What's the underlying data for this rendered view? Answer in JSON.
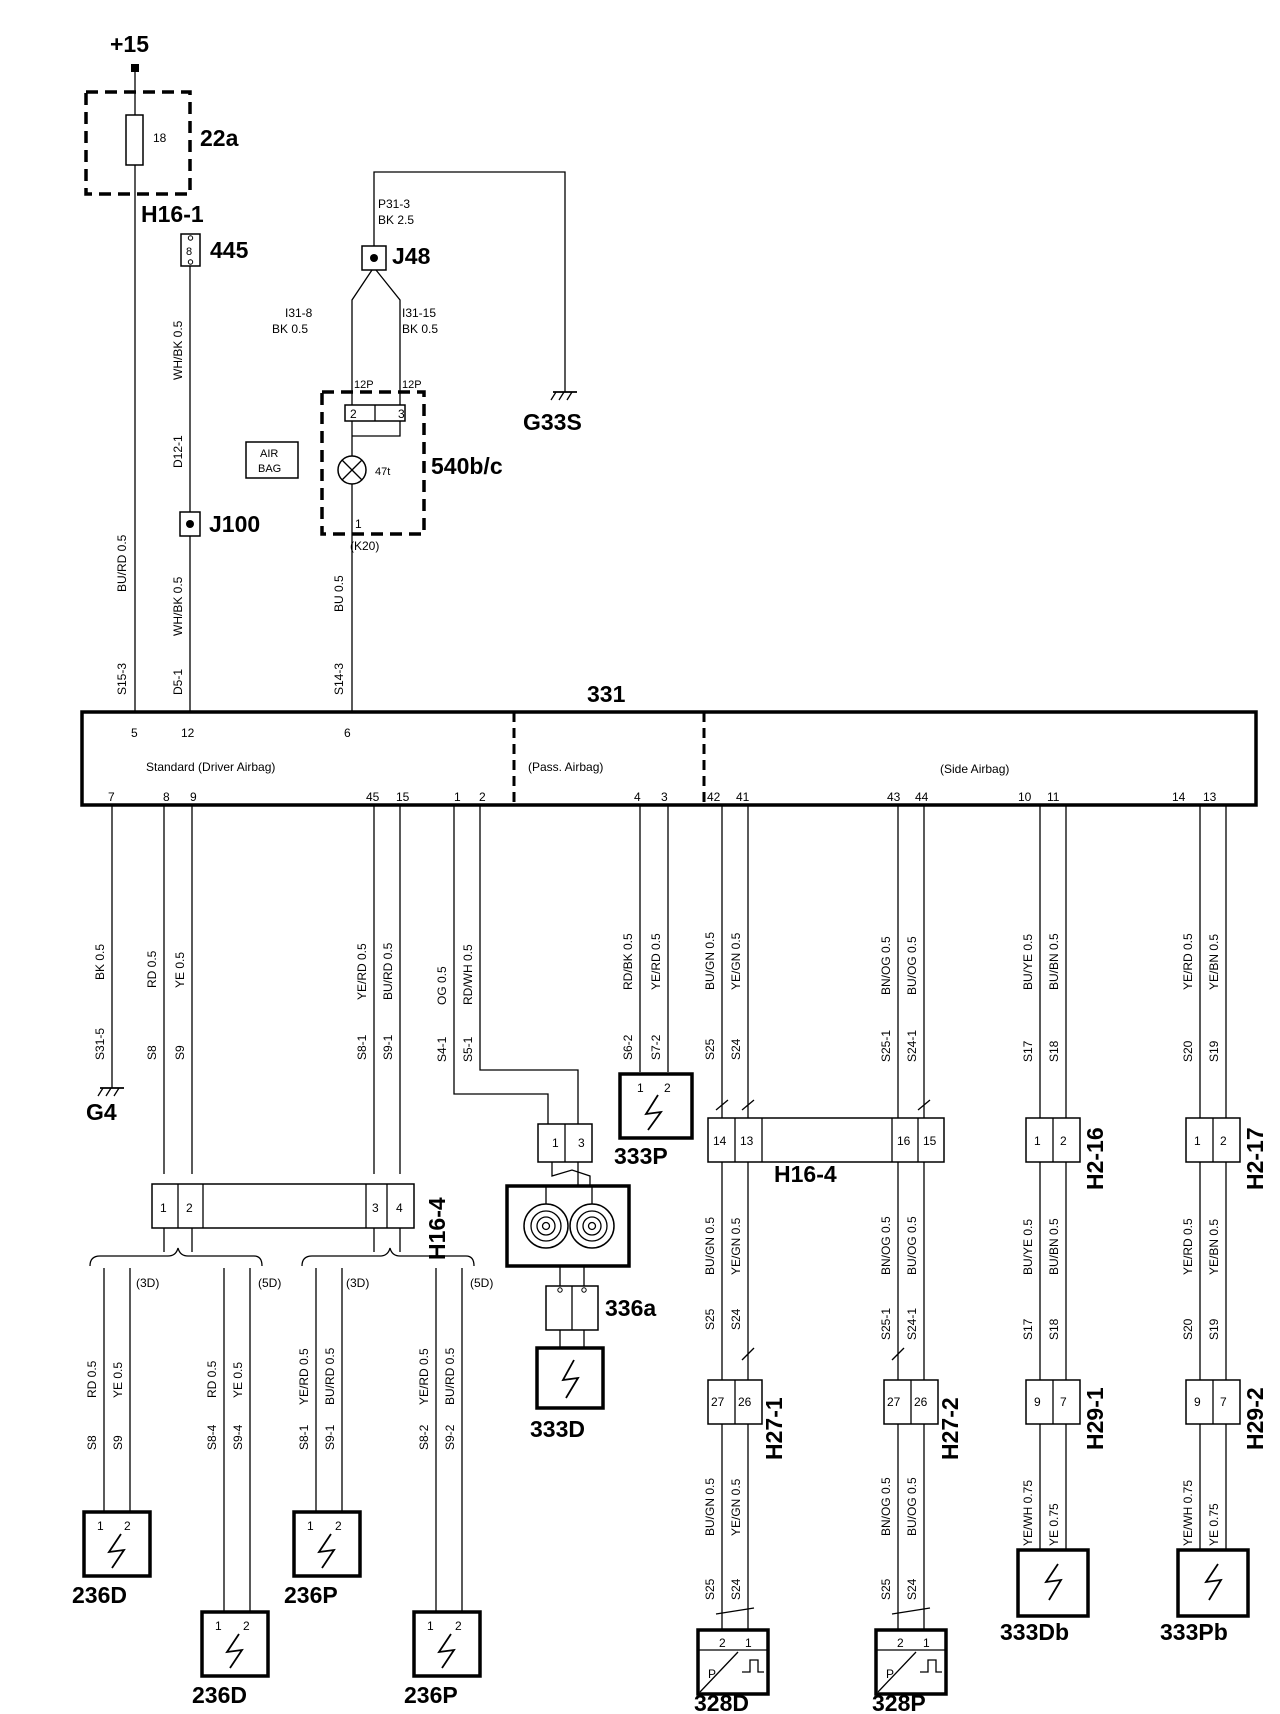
{
  "supply": {
    "label": "+15",
    "fuse_box": "22a",
    "fuse_rating": "18",
    "fuse_output": "H16-1"
  },
  "connectors": {
    "c445": {
      "label": "445",
      "pin": "8"
    },
    "j48": "J48",
    "j100": "J100",
    "g33s": "G33S",
    "g4": "G4"
  },
  "wires_top": {
    "p31_3": "P31-3",
    "p31_3_spec": "BK 2.5",
    "i31_8": "I31-8",
    "i31_8_spec": "BK  0.5",
    "i31_15": "I31-15",
    "i31_15_spec": "BK  0.5",
    "d12_1": "D12-1",
    "wh_bk_upper": "WH/BK 0.5",
    "d5_1": "D5-1",
    "wh_bk_lower": "WH/BK 0.5",
    "s15_3": "S15-3",
    "s15_3_spec": "BU/RD  0.5",
    "s14_3": "S14-3",
    "s14_3_spec": "BU  0.5"
  },
  "lamp": {
    "box_label": "540b/c",
    "pin_12p_a": "12P",
    "pin_12p_b": "12P",
    "pin_2": "2",
    "pin_3": "3",
    "rating": "47t",
    "pin_1": "1",
    "k20": "(K20)",
    "air": "AIR",
    "bag": "BAG"
  },
  "control_unit": {
    "label": "331",
    "section_standard": "Standard (Driver Airbag)",
    "section_pass": "(Pass. Airbag)",
    "section_side": "(Side Airbag)",
    "top_pins": [
      "5",
      "12",
      "6"
    ],
    "bottom_pins_standard": [
      "7",
      "8",
      "9",
      "45",
      "15",
      "1",
      "2"
    ],
    "bottom_pins_pass": [
      "4",
      "3"
    ],
    "bottom_pins_side": [
      "42",
      "41",
      "43",
      "44",
      "10",
      "11",
      "14",
      "13"
    ]
  },
  "wires_mid": {
    "s31_5": "S31-5",
    "s31_5_spec": "BK  0.5",
    "s8": "S8",
    "s8_spec": "RD  0.5",
    "s9": "S9",
    "s9_spec": "YE  0.5",
    "s8_1": "S8-1",
    "s8_1_spec": "YE/RD  0.5",
    "s9_1": "S9-1",
    "s9_1_spec": "BU/RD  0.5",
    "s4_1": "S4-1",
    "s4_1_spec": "OG 0.5",
    "s5_1": "S5-1",
    "s5_1_spec": "RD/WH 0.5",
    "s6_2": "S6-2",
    "s6_2_spec": "RD/BK  0.5",
    "s7_2": "S7-2",
    "s7_2_spec": "YE/RD  0.5",
    "s25": "S25",
    "s25_spec": "BU/GN  0.5",
    "s24": "S24",
    "s24_spec": "YE/GN  0.5",
    "s25_1": "S25-1",
    "s25_1_spec": "BN/OG  0.5",
    "s24_1": "S24-1",
    "s24_1_spec": "BU/OG  0.5",
    "s17": "S17",
    "s17_spec": "BU/YE  0.5",
    "s18": "S18",
    "s18_spec": "BU/BN  0.5",
    "s20": "S20",
    "s20_spec": "YE/RD  0.5",
    "s19": "S19",
    "s19_spec": "YE/BN  0.5"
  },
  "connector_blocks": {
    "h16_4_left": {
      "label": "H16-4",
      "pins": [
        "1",
        "2",
        "3",
        "4"
      ]
    },
    "h16_4_right": {
      "label": "H16-4",
      "pins": [
        "14",
        "13",
        "16",
        "15"
      ]
    },
    "c336_top_pins": [
      "1",
      "3"
    ],
    "h2_16": {
      "label": "H2-16",
      "pins": [
        "1",
        "2"
      ]
    },
    "h2_17": {
      "label": "H2-17",
      "pins": [
        "1",
        "2"
      ]
    },
    "h27_1": {
      "label": "H27-1",
      "pins": [
        "27",
        "26"
      ]
    },
    "h27_2": {
      "label": "H27-2",
      "pins": [
        "27",
        "26"
      ]
    },
    "h29_1": {
      "label": "H29-1",
      "pins": [
        "9",
        "7"
      ]
    },
    "h29_2": {
      "label": "H29-2",
      "pins": [
        "9",
        "7"
      ]
    }
  },
  "variants": {
    "v3d": "(3D)",
    "v5d": "(5D)"
  },
  "wires_low": {
    "s8": "S8",
    "s8_spec": "RD 0.5",
    "s9": "S9",
    "s9_spec": "YE 0.5",
    "s8_4": "S8-4",
    "s8_4_spec": "RD   0.5",
    "s9_4": "S9-4",
    "s9_4_spec": "YE   0.5",
    "s8_1": "S8-1",
    "s8_1_spec": "YE/RD 0.5",
    "s9_1": "S9-1",
    "s9_1_spec": "BU/RD 0.5",
    "s8_2": "S8-2",
    "s8_2_spec": "YE/RD 0.5",
    "s9_2": "S9-2",
    "s9_2_spec": "BU/RD 0.5",
    "s25_spec": "BU/GN  0.5",
    "s24_spec": "YE/GN  0.5",
    "s25_1_spec": "BN/OG  0.5",
    "s24_1_spec": "BU/OG  0.5",
    "s17_spec": "BU/YE  0.5",
    "s18_spec": "BU/BN  0.5",
    "s20_spec": "YE/RD  0.5",
    "s19_spec": "YE/BN  0.5",
    "s25_d": "BU/GN  0.5",
    "s24_d": "YE/GN  0.5",
    "s25_p": "BN/OG  0.5",
    "s24_p": "BU/OG  0.5",
    "db_a": "YE/WH 0.75",
    "db_b": "YE  0.75",
    "pb_a": "YE/WH 0.75",
    "pb_b": "YE  0.75",
    "s25": "S25",
    "s24": "S24",
    "s25_1": "S25-1",
    "s24_1": "S24-1",
    "s17": "S17",
    "s18": "S18",
    "s20": "S20",
    "s19": "S19"
  },
  "components": {
    "c333p": "333P",
    "c336a": "336a",
    "c333d": "333D",
    "c236d_a": "236D",
    "c236d_b": "236D",
    "c236p_a": "236P",
    "c236p_b": "236P",
    "c328d": "328D",
    "c328p": "328P",
    "c333db": "333Db",
    "c333pb": "333Pb",
    "pin1": "1",
    "pin2": "2",
    "p_letter": "P"
  }
}
